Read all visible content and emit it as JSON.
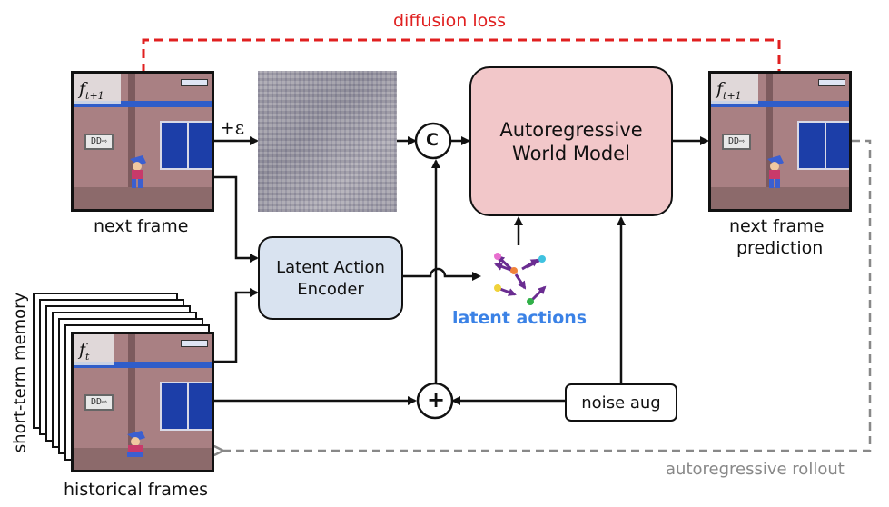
{
  "labels": {
    "diffusion_loss": "diffusion loss",
    "next_frame": "next frame",
    "next_frame_prediction_1": "next frame",
    "next_frame_prediction_2": "prediction",
    "historical_frames": "historical frames",
    "short_term_memory": "short-term memory",
    "latent_actions": "latent actions",
    "autoregressive_rollout": "autoregressive rollout",
    "plus_epsilon": "+ε",
    "frame_tag_next": "f",
    "frame_tag_next_sub": "t+1",
    "frame_tag_pred": "f",
    "frame_tag_pred_sub": "t+1",
    "frame_tag_hist": "f",
    "frame_tag_hist_sub": "t",
    "sign_text": "DD⇨"
  },
  "blocks": {
    "world_model_line1": "Autoregressive",
    "world_model_line2": "World Model",
    "encoder_line1": "Latent Action",
    "encoder_line2": "Encoder",
    "noise_aug": "noise aug",
    "concat_symbol": "C",
    "add_symbol": "+"
  },
  "colors": {
    "diffusion_loss": "#e02020",
    "world_model_fill": "#f2c7c9",
    "encoder_fill": "#d9e3f0",
    "latent_actions_text": "#3b82e6",
    "rollout_gray": "#888888",
    "arrow": "#111111",
    "action_arrow": "#6a2c91"
  },
  "icons": [
    "latent-actions-icon",
    "sprite-character-icon"
  ]
}
